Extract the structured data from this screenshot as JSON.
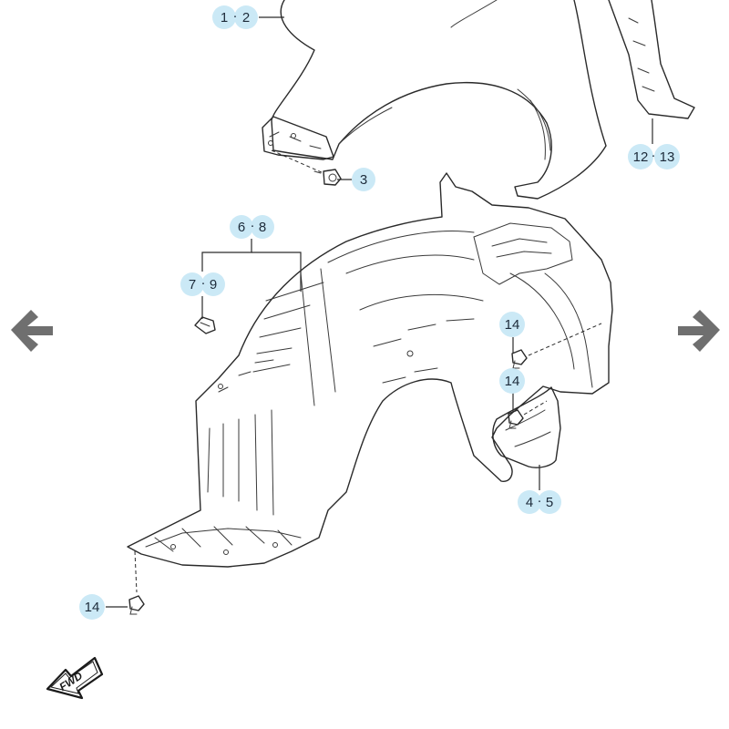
{
  "callouts": {
    "c12": {
      "left": "1",
      "right": "2"
    },
    "c3": {
      "label": "3"
    },
    "c68": {
      "left": "6",
      "right": "8"
    },
    "c79": {
      "left": "7",
      "right": "9"
    },
    "c1213": {
      "left": "12",
      "right": "13"
    },
    "c14a": {
      "label": "14"
    },
    "c14b": {
      "label": "14"
    },
    "c14c": {
      "label": "14"
    },
    "c45": {
      "left": "4",
      "right": "5"
    },
    "separator": "·"
  },
  "fwd_badge": {
    "text": "FWD"
  },
  "navigation": {
    "prev_icon": "arrow-left-icon",
    "next_icon": "arrow-right-icon",
    "color": "#6f6f6f"
  },
  "colors": {
    "callout_bubble": "#cbe9f6",
    "line_art": "#2a2a2a"
  }
}
